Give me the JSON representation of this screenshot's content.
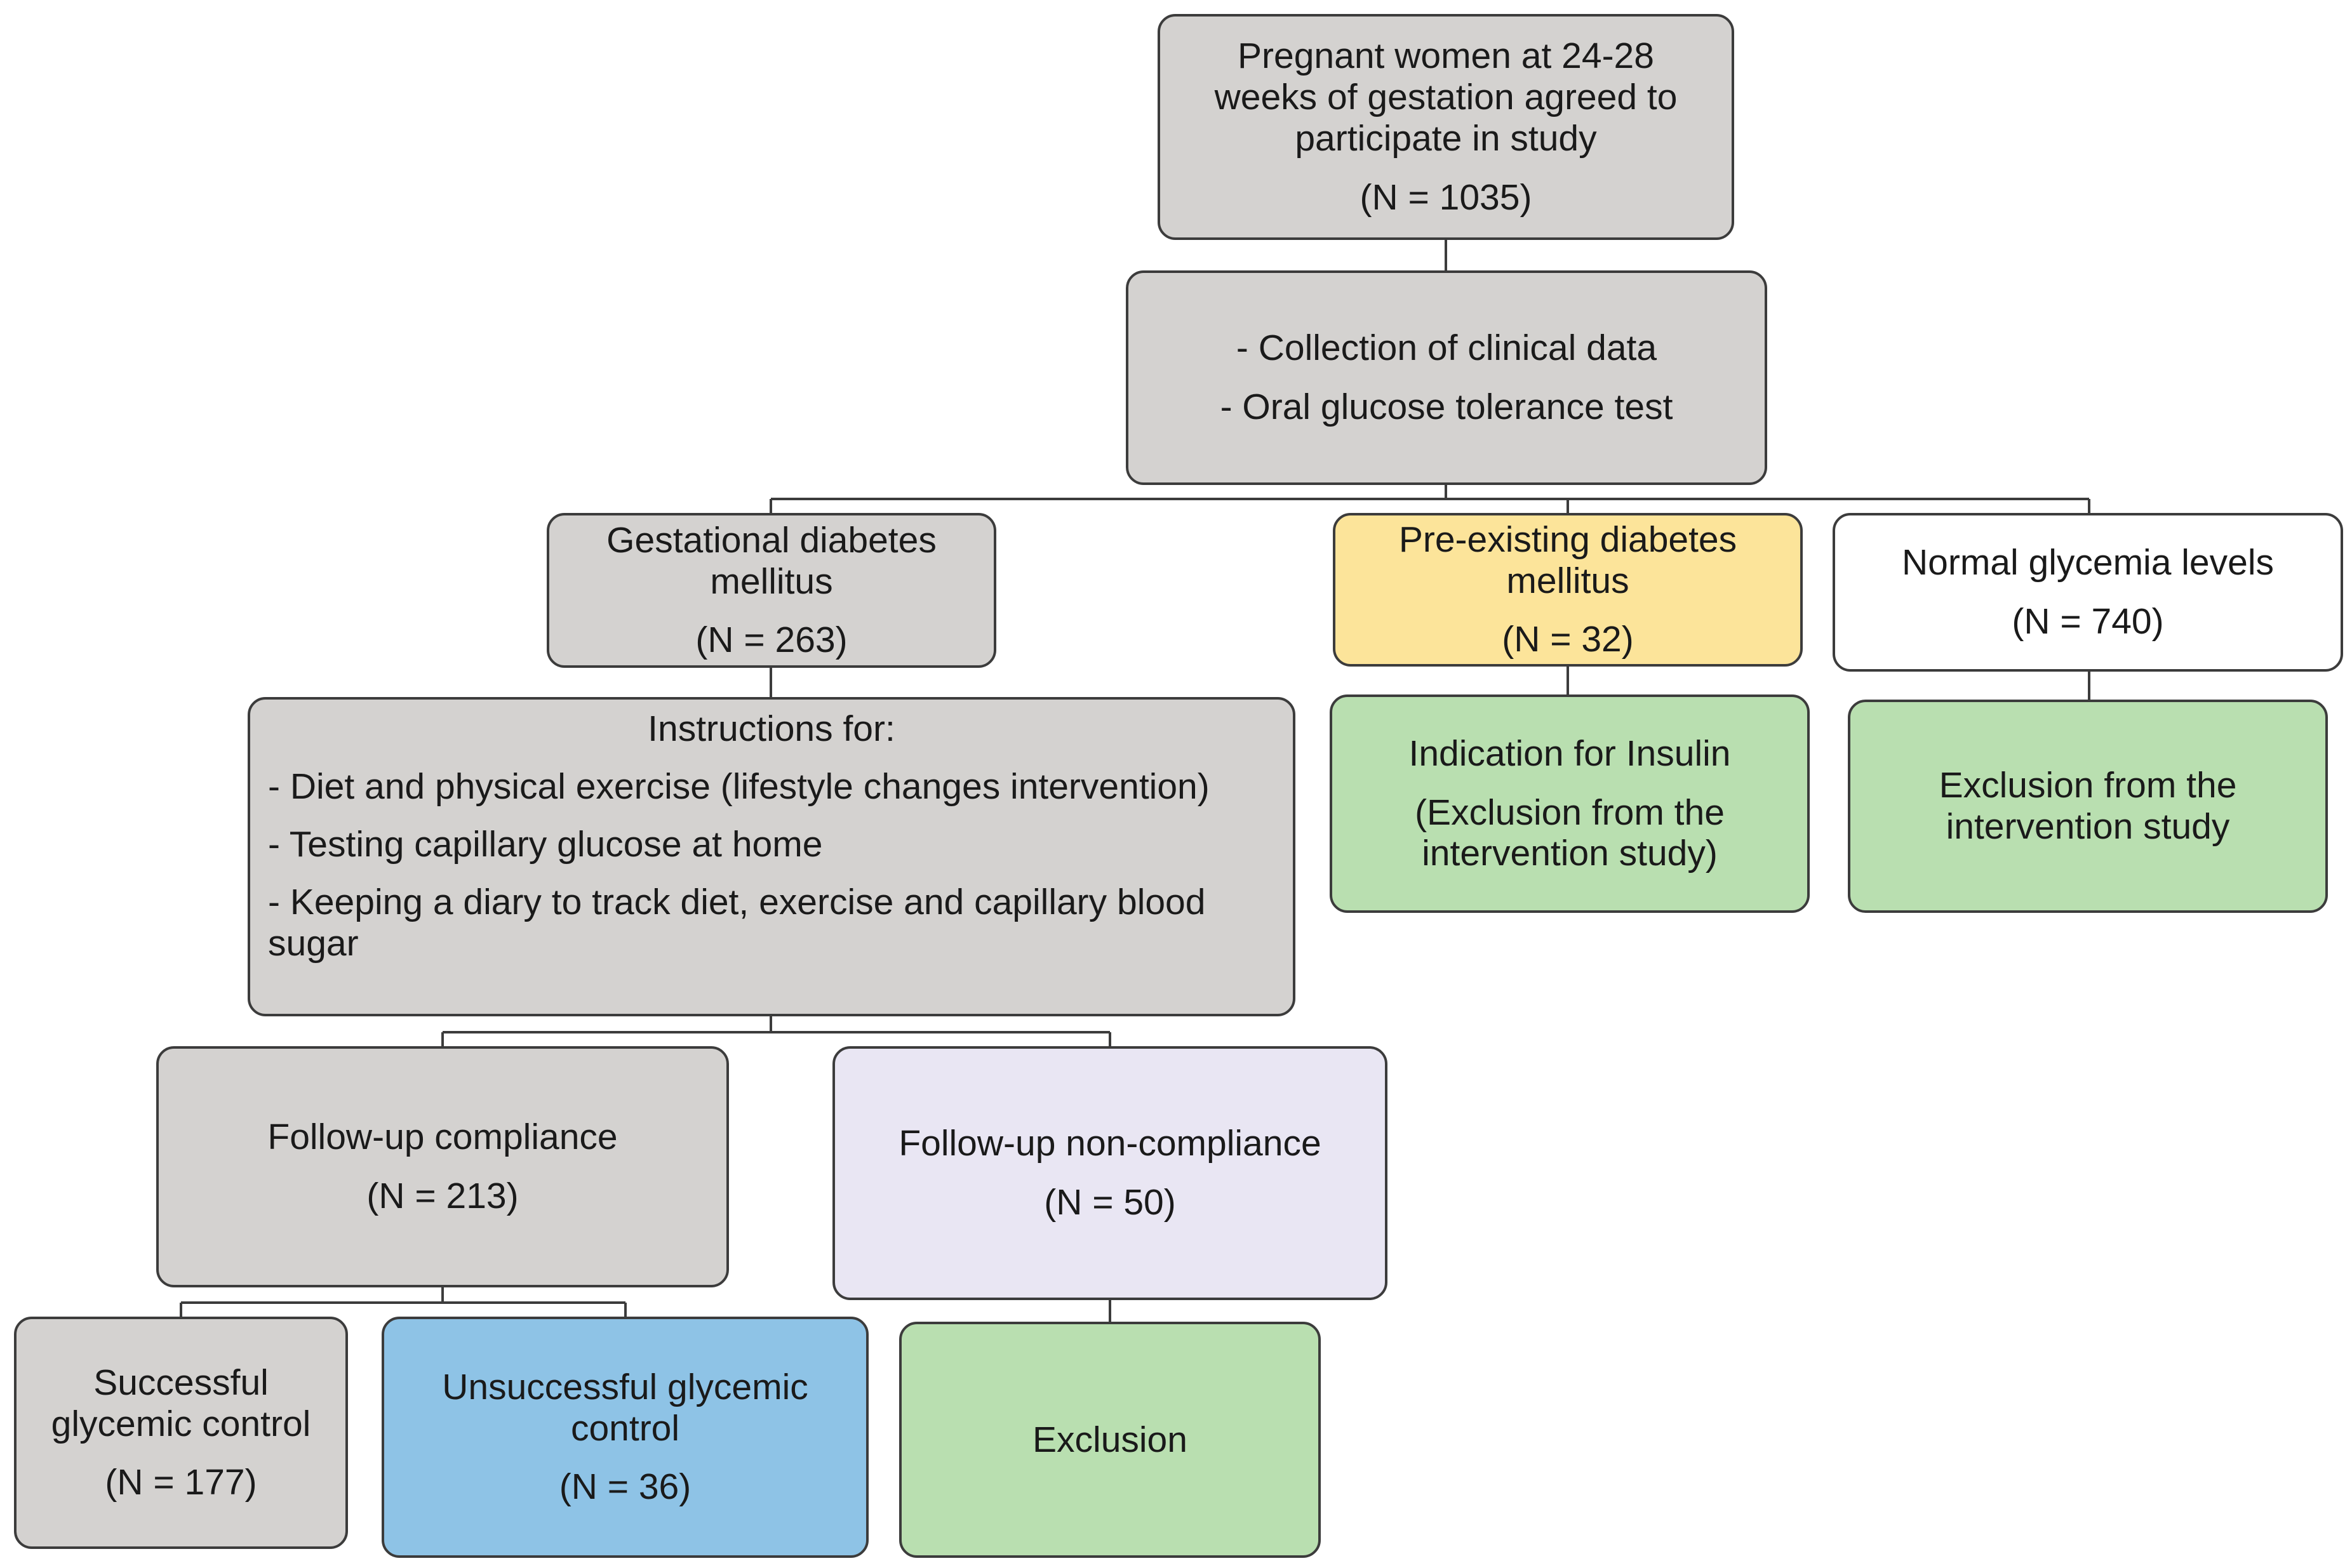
{
  "root": {
    "line1": "Pregnant women at 24-28",
    "line2": "weeks of gestation agreed to",
    "line3": "participate in study",
    "n": "(N = 1035)"
  },
  "screening": {
    "item1": "- Collection of clinical data",
    "item2": "- Oral glucose tolerance test"
  },
  "gdm": {
    "line1": "Gestational diabetes",
    "line2": "mellitus",
    "n": "(N = 263)"
  },
  "preexisting": {
    "line1": "Pre-existing diabetes",
    "line2": "mellitus",
    "n": "(N = 32)"
  },
  "normal": {
    "line1": "Normal glycemia levels",
    "n": "(N = 740)"
  },
  "instructions": {
    "title": "Instructions  for:",
    "items": [
      "- Diet and physical exercise (lifestyle changes intervention)",
      "- Testing capillary glucose at home",
      "- Keeping a diary to track diet, exercise and capillary blood sugar"
    ]
  },
  "insulin": {
    "line1": "Indication for Insulin",
    "line2": "(Exclusion from the",
    "line3": "intervention  study)"
  },
  "normal_exclusion": {
    "line1": "Exclusion from the",
    "line2": "intervention  study"
  },
  "compliance": {
    "label": "Follow-up  compliance",
    "n": "(N = 213)"
  },
  "noncompliance": {
    "label": "Follow-up  non-compliance",
    "n": "(N = 50)"
  },
  "successful": {
    "line1": "Successful",
    "line2": "glycemic control",
    "n": "(N = 177)"
  },
  "unsuccessful": {
    "line1": "Unsuccessful  glycemic",
    "line2": "control",
    "n": "(N = 36)"
  },
  "exclusion": {
    "label": "Exclusion"
  },
  "colors": {
    "gray": "#d4d2d0",
    "yellow": "#fce49a",
    "white": "#ffffff",
    "green": "#b9dfb0",
    "lavender": "#e9e6f3",
    "blue": "#8ec3e6",
    "border": "#3c3c3c"
  }
}
